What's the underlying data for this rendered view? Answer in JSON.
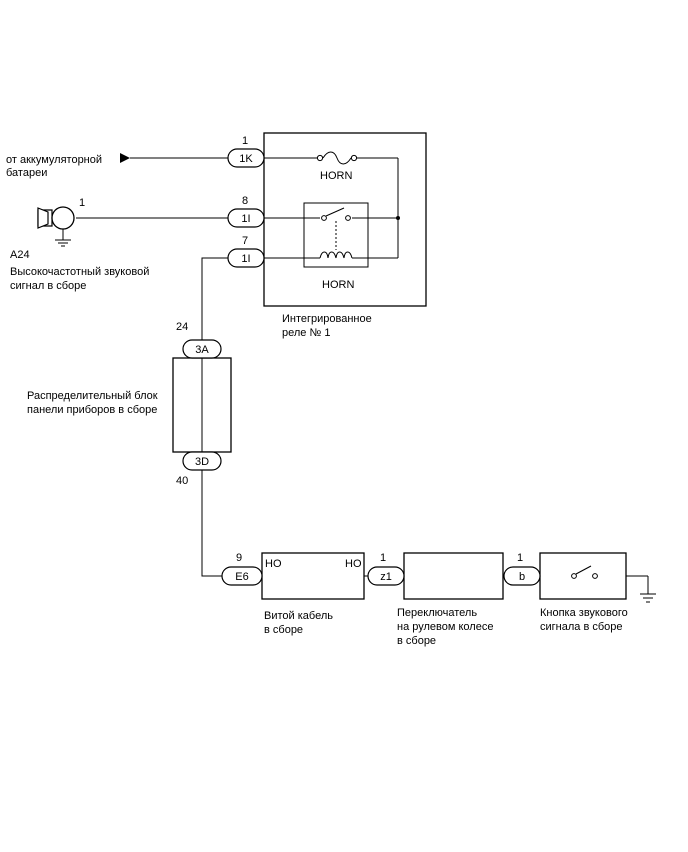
{
  "battery": {
    "label_line1": "от аккумуляторной",
    "label_line2": "батареи"
  },
  "relay": {
    "fuse_label": "HORN",
    "coil_label": "HORN",
    "name_line1": "Интегрированное",
    "name_line2": "реле № 1",
    "pins": [
      {
        "number": "1",
        "connector": "1K"
      },
      {
        "number": "8",
        "connector": "1I"
      },
      {
        "number": "7",
        "connector": "1I"
      }
    ]
  },
  "horn": {
    "code": "A24",
    "pin": "1",
    "name_line1": "Высокочастотный звуковой",
    "name_line2": "сигнал в сборе"
  },
  "junction_block": {
    "name_line1": "Распределительный блок",
    "name_line2": "панели приборов в сборе",
    "top_pin": "24",
    "top_connector": "3A",
    "bottom_connector": "3D",
    "bottom_pin": "40"
  },
  "spiral_cable": {
    "pin": "9",
    "connector": "E6",
    "left_label": "HO",
    "right_label": "HO",
    "name_line1": "Витой кабель",
    "name_line2": "в сборе"
  },
  "steering_switch": {
    "pin": "1",
    "connector": "z1",
    "name_line1": "Переключатель",
    "name_line2": "на рулевом колесе",
    "name_line3": "в сборе"
  },
  "horn_button": {
    "pin": "1",
    "connector": "b",
    "name_line1": "Кнопка звукового",
    "name_line2": "сигнала в сборе"
  }
}
